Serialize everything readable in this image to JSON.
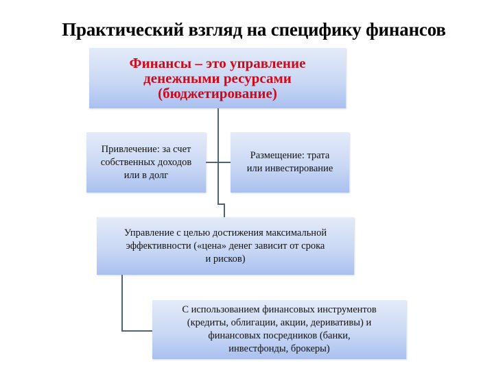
{
  "title": "Практический взгляд на специфику финансов",
  "colors": {
    "accent_text": "#cc0a1a",
    "box_gradient_top": "#e4ebf9",
    "box_gradient_bottom": "#a9c0ef",
    "connector": "#4d6478"
  },
  "nodes": {
    "root": {
      "lines": [
        "Финансы – это управление",
        "денежными ресурсами",
        "(бюджетирование)"
      ]
    },
    "attraction": {
      "lines": [
        "Привлечение: за счет",
        "собственных доходов",
        "или в долг"
      ]
    },
    "placement": {
      "lines": [
        "Размещение: трата",
        "или инвестирование"
      ]
    },
    "management": {
      "lines": [
        "Управление с целью достижения максимальной",
        "эффективности («цена» денег зависит от срока",
        "и рисков)"
      ]
    },
    "instruments": {
      "lines": [
        "С использованием финансовых инструментов",
        "(кредиты, облигации, акции, деривативы) и",
        "финансовых посредников (банки,",
        "инвестфонды, брокеры)"
      ]
    }
  }
}
